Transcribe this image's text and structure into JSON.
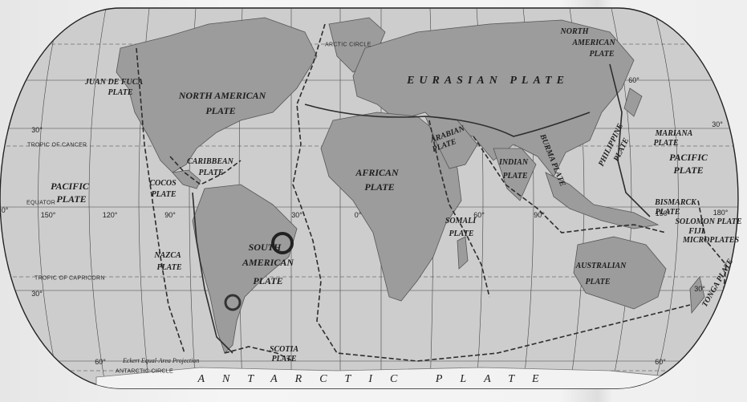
{
  "plates": {
    "eurasian": "EURASIAN PLATE",
    "north_american_top_1": "NORTH",
    "north_american_top_2": "AMERICAN",
    "north_american_top_3": "PLATE",
    "juan_de_fuca_1": "JUAN DE FUCA",
    "juan_de_fuca_2": "PLATE",
    "north_american_1": "NORTH AMERICAN",
    "north_american_2": "PLATE",
    "caribbean_1": "CARIBBEAN",
    "caribbean_2": "PLATE",
    "cocos_1": "COCOS",
    "cocos_2": "PLATE",
    "pacific_west_1": "PACIFIC",
    "pacific_west_2": "PLATE",
    "nazca_1": "NAZCA",
    "nazca_2": "PLATE",
    "south_american_1": "SOUTH",
    "south_american_2": "AMERICAN",
    "south_american_3": "PLATE",
    "african_1": "AFRICAN",
    "african_2": "PLATE",
    "arabian_1": "ARABIAN",
    "arabian_2": "PLATE",
    "somali_1": "SOMALI",
    "somali_2": "PLATE",
    "indian_1": "INDIAN",
    "indian_2": "PLATE",
    "burma": "BURMA PLATE",
    "philippine_1": "PHILIPPINE",
    "philippine_2": "PLATE",
    "mariana_1": "MARIANA",
    "mariana_2": "PLATE",
    "pacific_east_1": "PACIFIC",
    "pacific_east_2": "PLATE",
    "bismarck_1": "BISMARCK",
    "bismarck_2": "PLATE",
    "solomon": "SOLOMON PLATE",
    "fiji_1": "FIJI",
    "fiji_2": "MICROPLATES",
    "australian_1": "AUSTRALIAN",
    "australian_2": "PLATE",
    "tonga": "TONGA PLATE",
    "scotia_1": "SCOTIA",
    "scotia_2": "PLATE",
    "antarctic": "ANTARCTIC PLATE"
  },
  "lines": {
    "arctic_circle": "ARCTIC CIRCLE",
    "tropic_cancer": "TROPIC OF CANCER",
    "equator": "EQUATOR",
    "tropic_capricorn": "TROPIC OF CAPRICORN",
    "antarctic_circle": "ANTARCTIC CIRCLE"
  },
  "degrees": {
    "lat_60n": "60°",
    "lat_30n_w": "30°",
    "lat_30n_e": "30°",
    "lat_0": "0°",
    "lat_30s_w": "30°",
    "lat_30s_e": "30°",
    "lat_60s_w": "60°",
    "lat_60s_e": "60°",
    "lon_150w": "150°",
    "lon_120w": "120°",
    "lon_90w": "90°",
    "lon_30w": "30°",
    "lon_0": "0°",
    "lon_60e": "60°",
    "lon_90e": "90°",
    "lon_150e": "150°",
    "lon_180": "180°"
  },
  "credit": "Eckert Equal-Area Projection",
  "colors": {
    "ocean": "#cfcfcf",
    "land": "#9a9a9a",
    "ice": "#f4f4f4",
    "boundary": "#3a3a3a"
  }
}
